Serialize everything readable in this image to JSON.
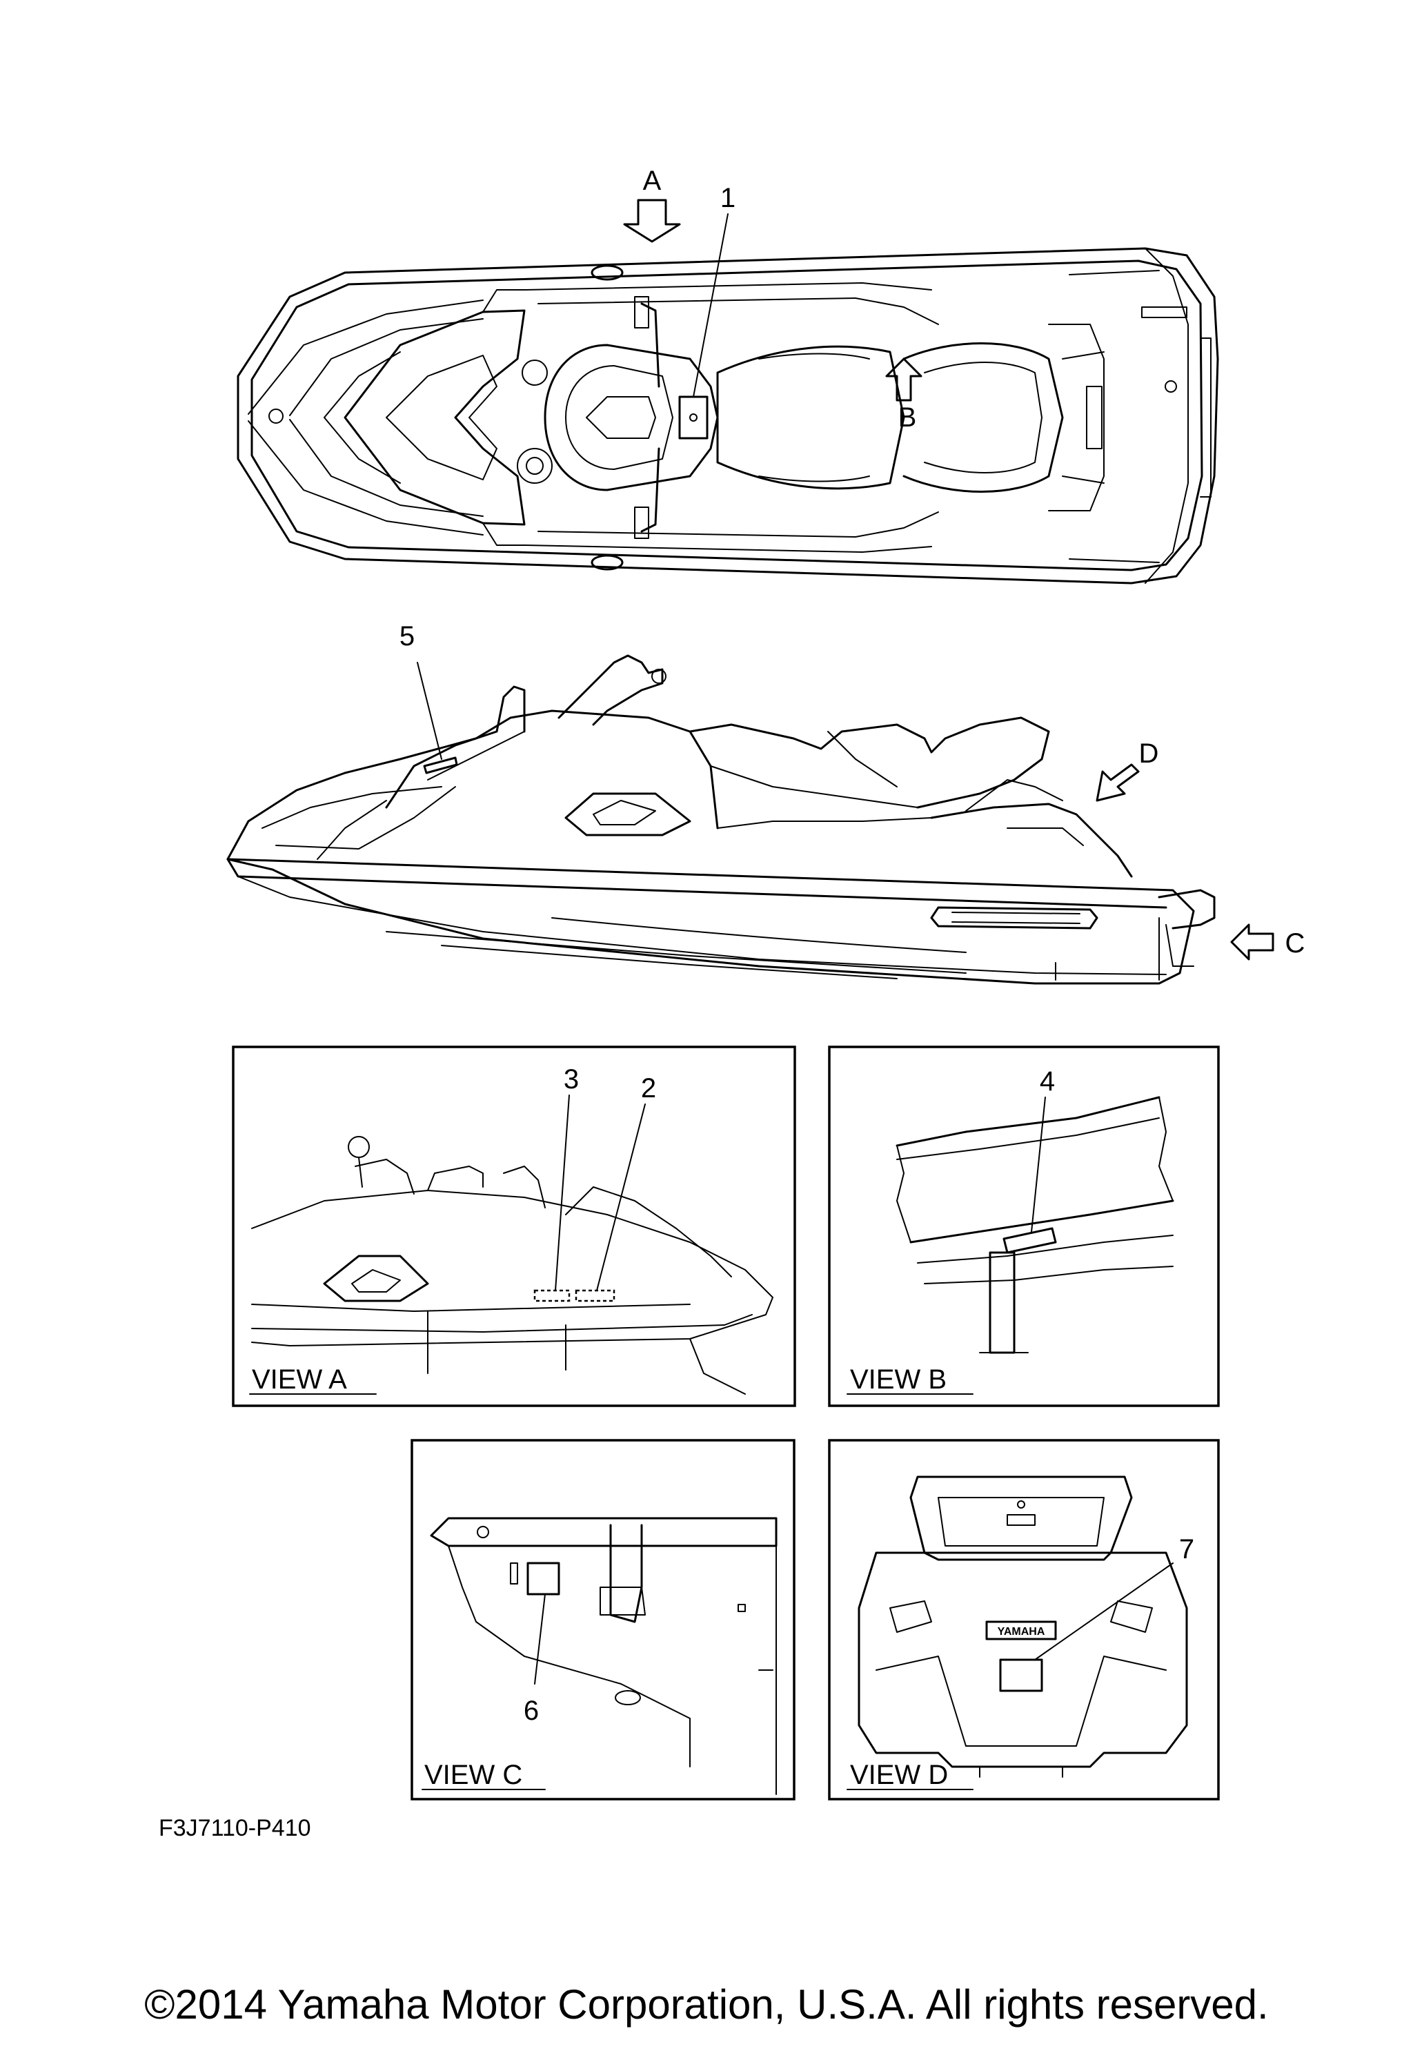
{
  "callouts": {
    "c1": "1",
    "c2": "2",
    "c3": "3",
    "c4": "4",
    "c5": "5",
    "c6": "6",
    "c7": "7"
  },
  "arrows": {
    "a": "A",
    "b": "B",
    "c": "C",
    "d": "D"
  },
  "views": {
    "a": "VIEW A",
    "b": "VIEW B",
    "c": "VIEW C",
    "d": "VIEW D"
  },
  "brand_badge": "YAMAHA",
  "drawing_code": "F3J7110-P410",
  "copyright": "©2014 Yamaha Motor Corporation, U.S.A. All rights reserved."
}
